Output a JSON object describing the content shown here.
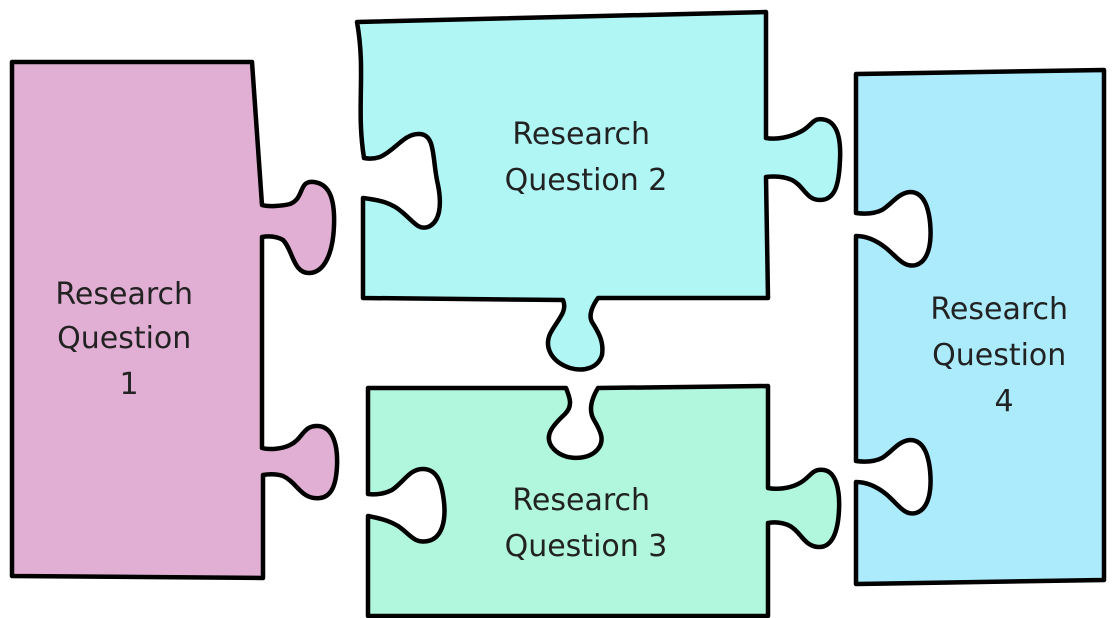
{
  "pieces": [
    {
      "label_lines": [
        "Research",
        "Question",
        "1"
      ],
      "color": "#E2AFD4"
    },
    {
      "label_lines": [
        "Research",
        "Question 2"
      ],
      "color": "#AFF6F4"
    },
    {
      "label_lines": [
        "Research",
        "Question 3"
      ],
      "color": "#B0F7DD"
    },
    {
      "label_lines": [
        "Research",
        "Question",
        "4"
      ],
      "color": "#ABEBFC"
    }
  ]
}
